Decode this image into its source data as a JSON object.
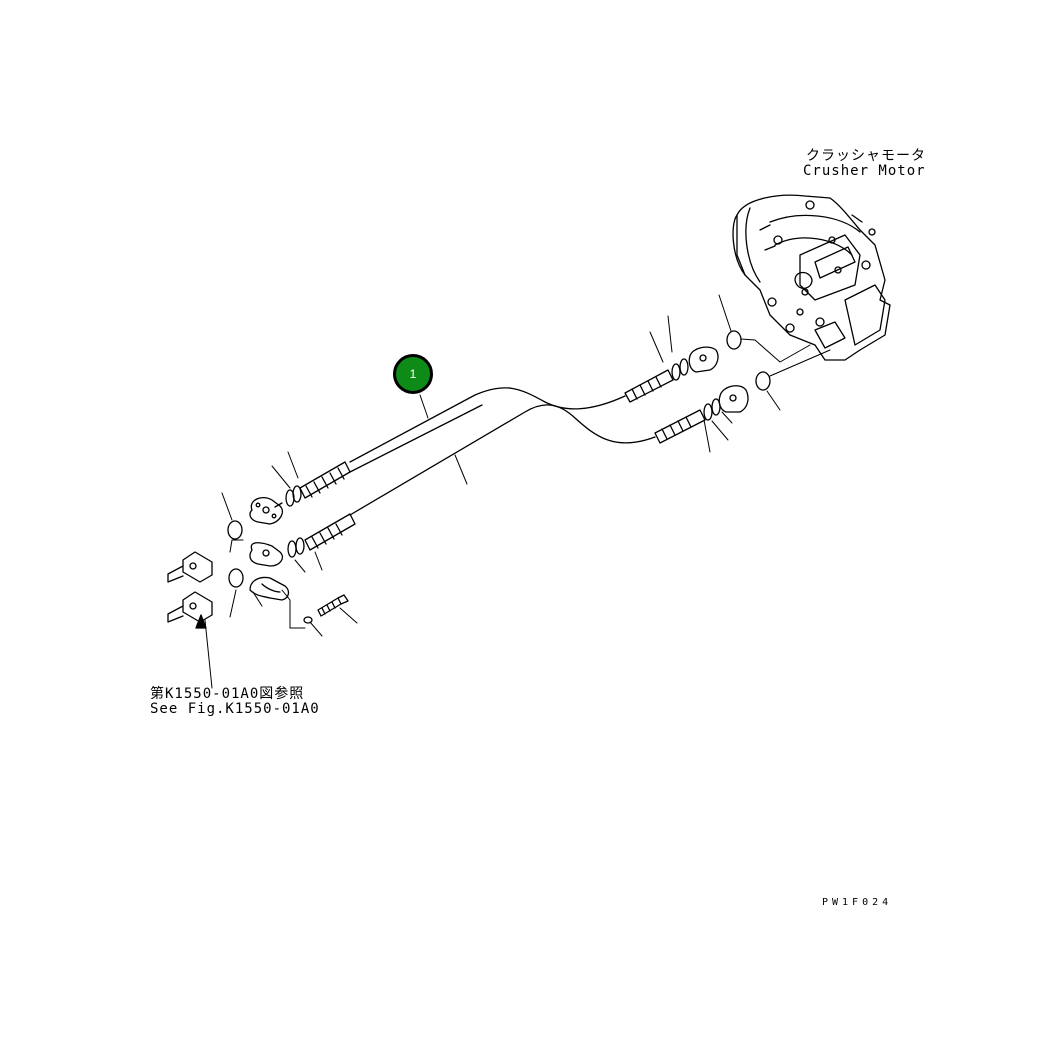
{
  "figure": {
    "motor_label_jp": "クラッシャモータ",
    "motor_label_en": "Crusher Motor",
    "ref_label_jp": "第K1550-01A0図参照",
    "ref_label_en": "See Fig.K1550-01A0",
    "figure_code": "PW1F024"
  },
  "callouts": [
    {
      "number": "1",
      "color": "#0e8a16"
    }
  ]
}
